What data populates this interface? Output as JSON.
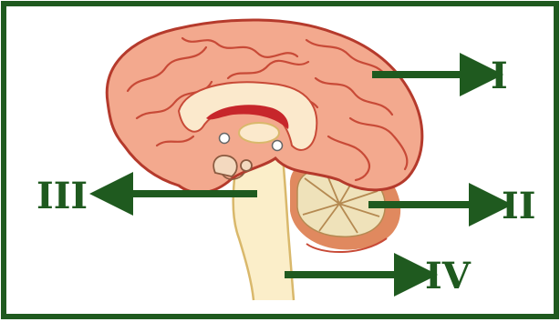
{
  "labels": {
    "one": "I",
    "two": "II",
    "three": "III",
    "four": "IV"
  },
  "colors": {
    "border": "#1f5a1f",
    "arrow": "#1f5a1f",
    "label": "#1f5a1f",
    "cortex_fill": "#f3a98e",
    "cortex_stroke": "#b53a2c",
    "gyri": "#c84a37",
    "callosum": "#fbe9cc",
    "ventricle": "#c7262b",
    "cerebellum_gray": "#efe2ba",
    "cerebellum_edge": "#e0895f",
    "brainstem": "#fbeec9",
    "stem_edge": "#d9b86b"
  }
}
